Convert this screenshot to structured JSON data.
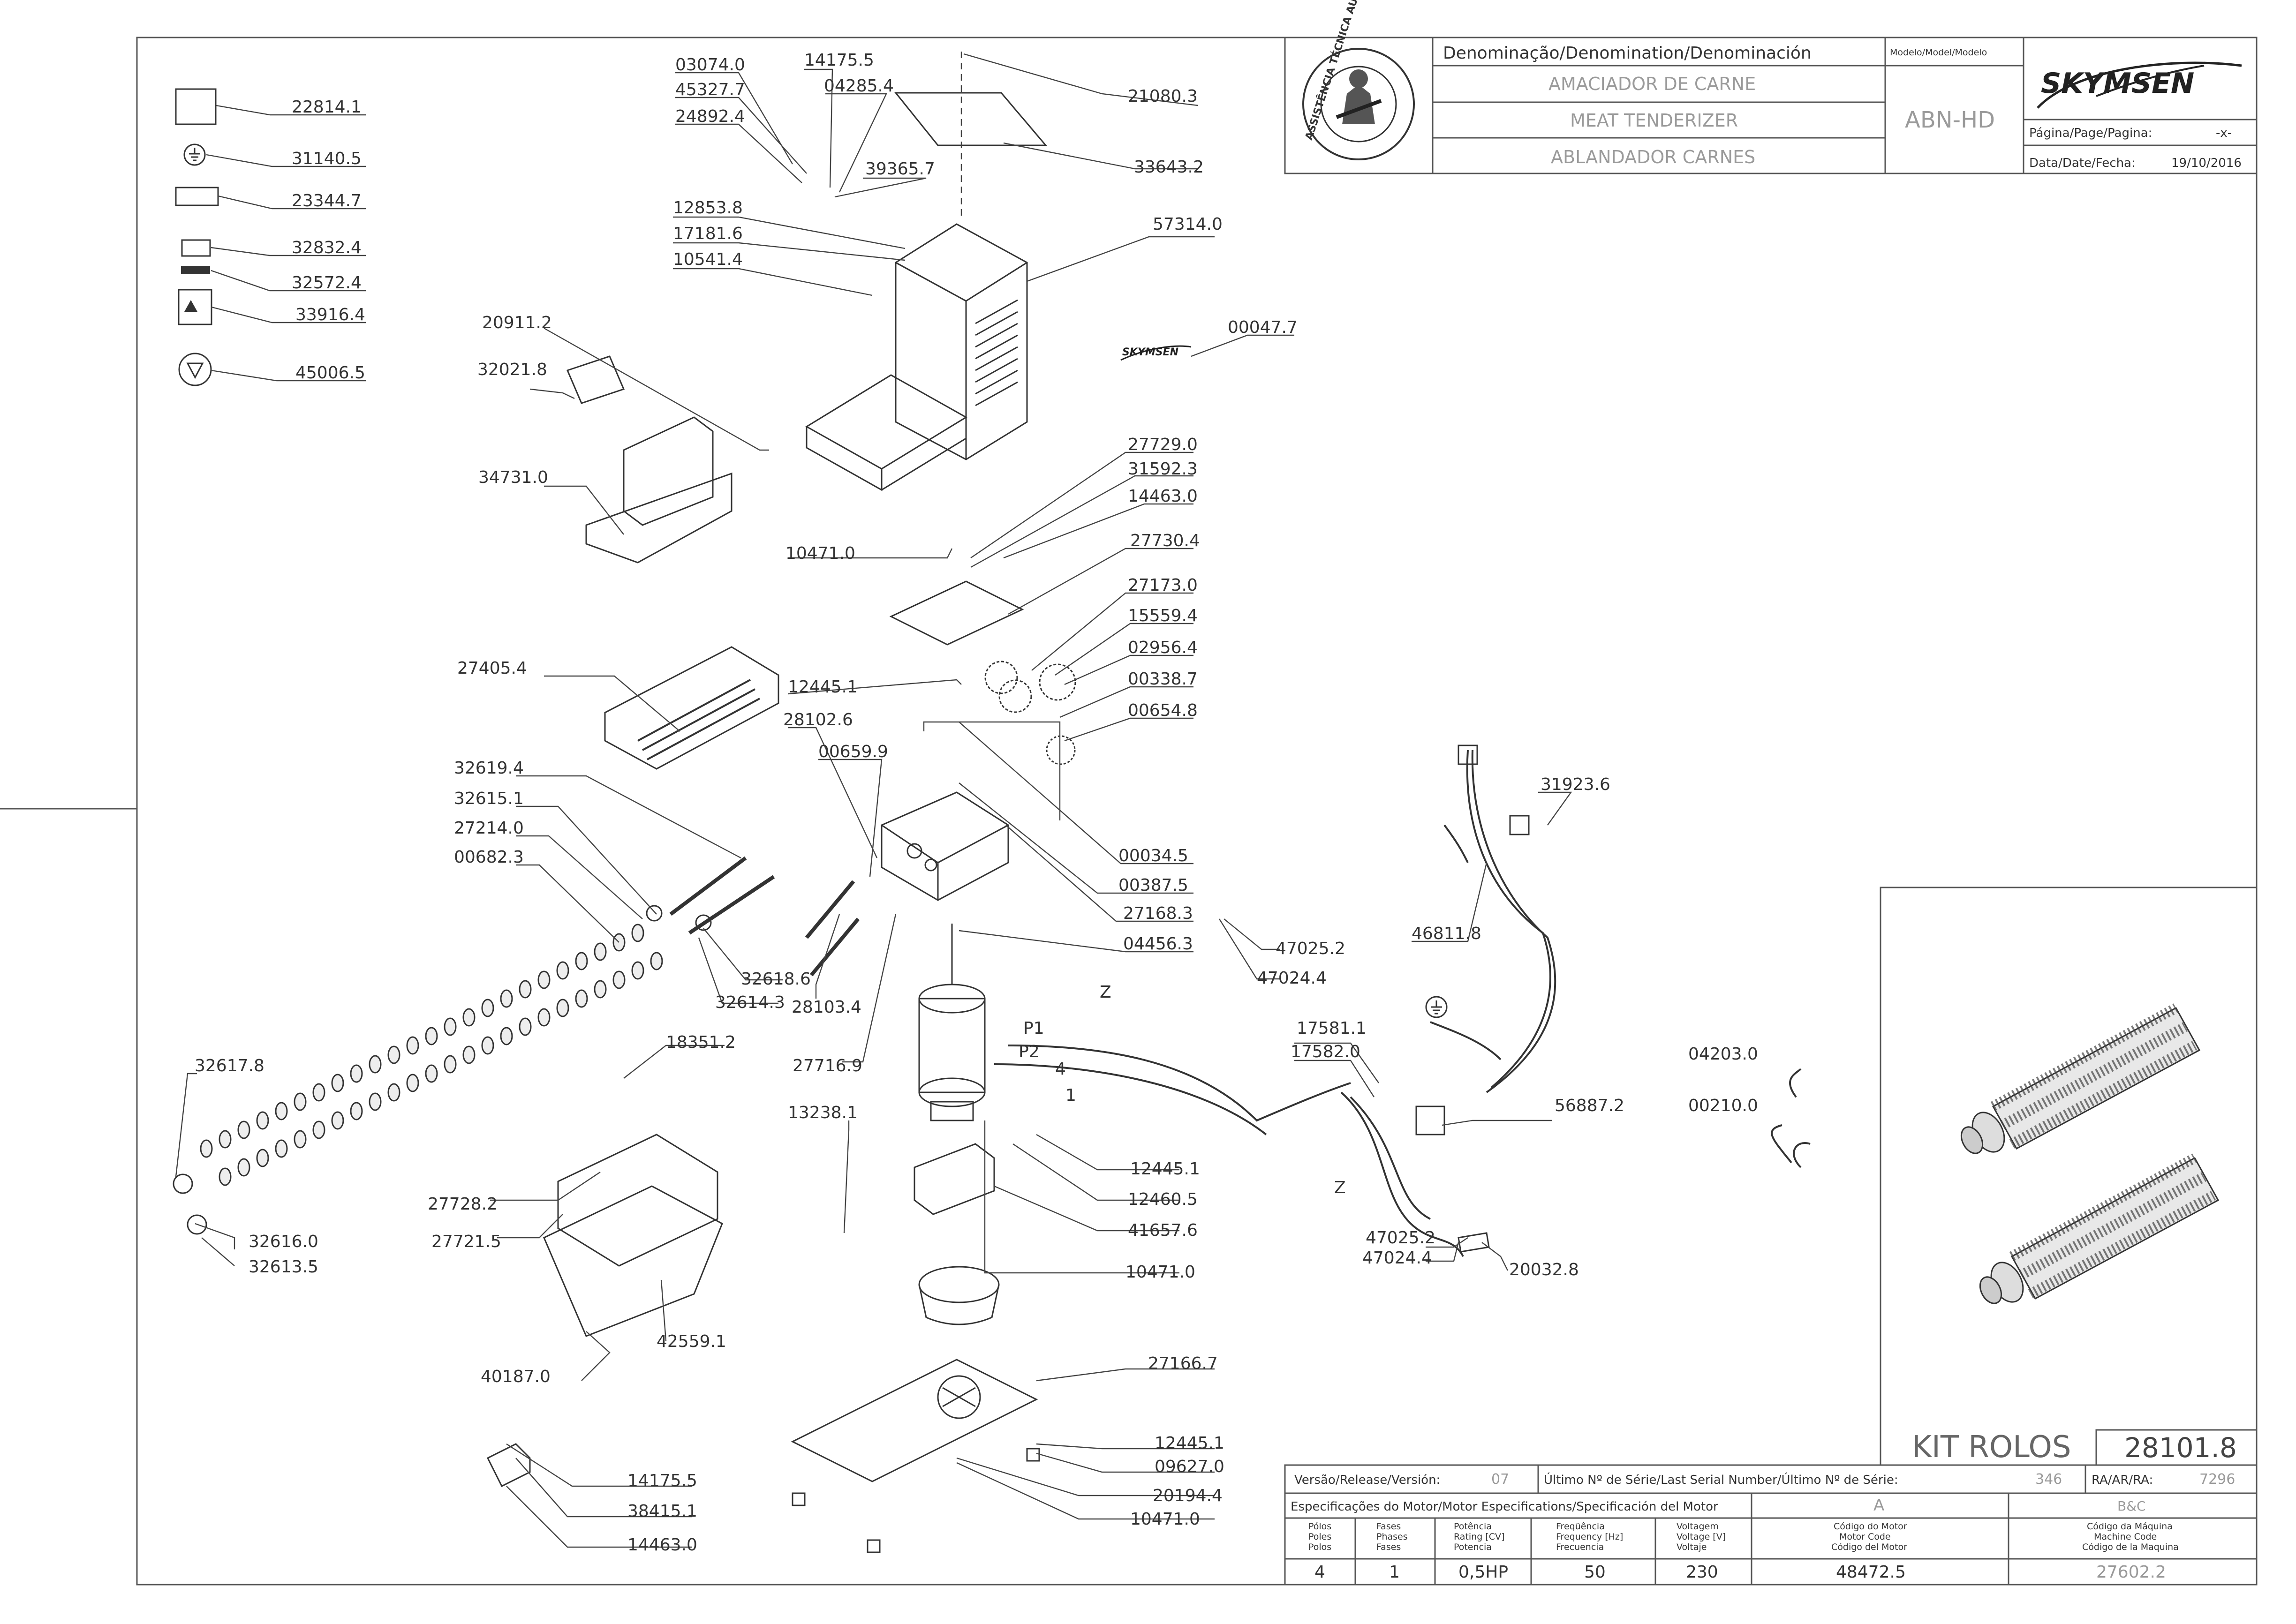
{
  "title_block": {
    "denomination_header": "Denominação/Denomination/Denominación",
    "name_pt": "AMACIADOR DE CARNE",
    "name_en": "MEAT TENDERIZER",
    "name_es": "ABLANDADOR CARNES",
    "model_header": "Modelo/Model/Modelo",
    "model": "ABN-HD",
    "brand": "SKYMSEN",
    "page_label": "Página/Page/Pagina:",
    "page_value": "-x-",
    "date_label": "Data/Date/Fecha:",
    "date_value": "19/10/2016",
    "seal_text": "ASSISTÊNCIA TÉCNICA AUTORIZADA"
  },
  "kit": {
    "label": "KIT ROLOS",
    "code": "28101.8"
  },
  "release": {
    "version_label": "Versão/Release/Versión:",
    "version_value": "07",
    "serial_label": "Último Nº de Série/Last Serial Number/Último Nº de Série:",
    "serial_value": "346",
    "ra_label": "RA/AR/RA:",
    "ra_value": "7296"
  },
  "motor": {
    "spec_header": "Especificações do Motor/Motor Especifications/Specificación del Motor",
    "col_a": "A",
    "col_bc": "B&C",
    "headers": [
      [
        "Pólos",
        "Poles",
        "Polos"
      ],
      [
        "Fases",
        "Phases",
        "Fases"
      ],
      [
        "Potência",
        "Rating [CV]",
        "Potencia"
      ],
      [
        "Freqüência",
        "Frequency [Hz]",
        "Frecuencia"
      ],
      [
        "Voltagem",
        "Voltage [V]",
        "Voltaje"
      ],
      [
        "Código do Motor",
        "Motor Code",
        "Código del Motor"
      ],
      [
        "Código da Máquina",
        "Machine Code",
        "Código de la Maquina"
      ]
    ],
    "values": [
      "4",
      "1",
      "0,5HP",
      "50",
      "230",
      "48472.5",
      "27602.2"
    ]
  },
  "part_labels": {
    "p22814_1": "22814.1",
    "p31140_5": "31140.5",
    "p23344_7": "23344.7",
    "p32832_4": "32832.4",
    "p32572_4": "32572.4",
    "p33916_4": "33916.4",
    "p45006_5": "45006.5",
    "p03074_0": "03074.0",
    "p45327_7": "45327.7",
    "p24892_4": "24892.4",
    "p14175_5a": "14175.5",
    "p04285_4": "04285.4",
    "p39365_7": "39365.7",
    "p21080_3": "21080.3",
    "p33643_2": "33643.2",
    "p12853_8": "12853.8",
    "p17181_6": "17181.6",
    "p10541_4": "10541.4",
    "p57314_0": "57314.0",
    "p00047_7": "00047.7",
    "p20911_2": "20911.2",
    "p32021_8": "32021.8",
    "p34731_0": "34731.0",
    "p27729_0": "27729.0",
    "p31592_3": "31592.3",
    "p14463_0a": "14463.0",
    "p10471_0a": "10471.0",
    "p27730_4": "27730.4",
    "p27173_0": "27173.0",
    "p15559_4": "15559.4",
    "p02956_4": "02956.4",
    "p00338_7": "00338.7",
    "p00654_8": "00654.8",
    "p12445_1a": "12445.1",
    "p28102_6": "28102.6",
    "p27405_4": "27405.4",
    "p00659_9": "00659.9",
    "p32619_4": "32619.4",
    "p32615_1": "32615.1",
    "p27214_0": "27214.0",
    "p00682_3": "00682.3",
    "p00034_5": "00034.5",
    "p00387_5": "00387.5",
    "p27168_3": "27168.3",
    "p04456_3": "04456.3",
    "p31923_6": "31923.6",
    "p46811_8": "46811.8",
    "p47025_2a": "47025.2",
    "p47024_4a": "47024.4",
    "p32618_6": "32618.6",
    "p32614_3": "32614.3",
    "p28103_4": "28103.4",
    "p27716_9": "27716.9",
    "p18351_2": "18351.2",
    "p32617_8": "32617.8",
    "p13238_1": "13238.1",
    "p17581_1": "17581.1",
    "p17582_0": "17582.0",
    "p56887_2": "56887.2",
    "p04203_0": "04203.0",
    "p00210_0": "00210.0",
    "p12445_1b": "12445.1",
    "p12460_5": "12460.5",
    "p41657_6": "41657.6",
    "p10471_0b": "10471.0",
    "p27728_2": "27728.2",
    "p27721_5": "27721.5",
    "p32616_0": "32616.0",
    "p32613_5": "32613.5",
    "p47025_2b": "47025.2",
    "p47024_4b": "47024.4",
    "p20032_8": "20032.8",
    "p42559_1": "42559.1",
    "p40187_0": "40187.0",
    "p27166_7": "27166.7",
    "p12445_1c": "12445.1",
    "p09627_0": "09627.0",
    "p20194_4": "20194.4",
    "p10471_0c": "10471.0",
    "p14175_5b": "14175.5",
    "p38415_1": "38415.1",
    "p14463_0b": "14463.0"
  },
  "wire_labels": {
    "p1": "P1",
    "p2": "P2",
    "w4": "4",
    "w1": "1",
    "z1": "Z",
    "z2": "Z"
  }
}
